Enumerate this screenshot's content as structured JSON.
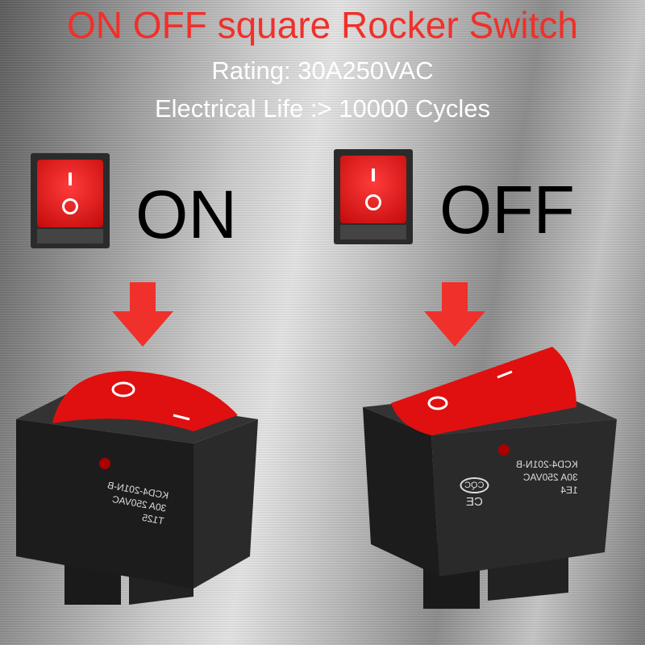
{
  "header": {
    "title": "ON OFF square Rocker Switch",
    "rating": "Rating: 30A250VAC",
    "life": "Electrical Life :> 10000 Cycles"
  },
  "states": [
    {
      "label": "ON"
    },
    {
      "label": "OFF"
    }
  ],
  "switch_markings": {
    "model": "KCD4-201N-B",
    "rating": "30A 250VAC",
    "temp": "T125",
    "cycles": "1E4",
    "cert": "CQC",
    "ce": "CE"
  },
  "colors": {
    "title": "#f0302a",
    "rocker": "#e01010",
    "arrow": "#f0302a",
    "body": "#1c1c1c"
  }
}
